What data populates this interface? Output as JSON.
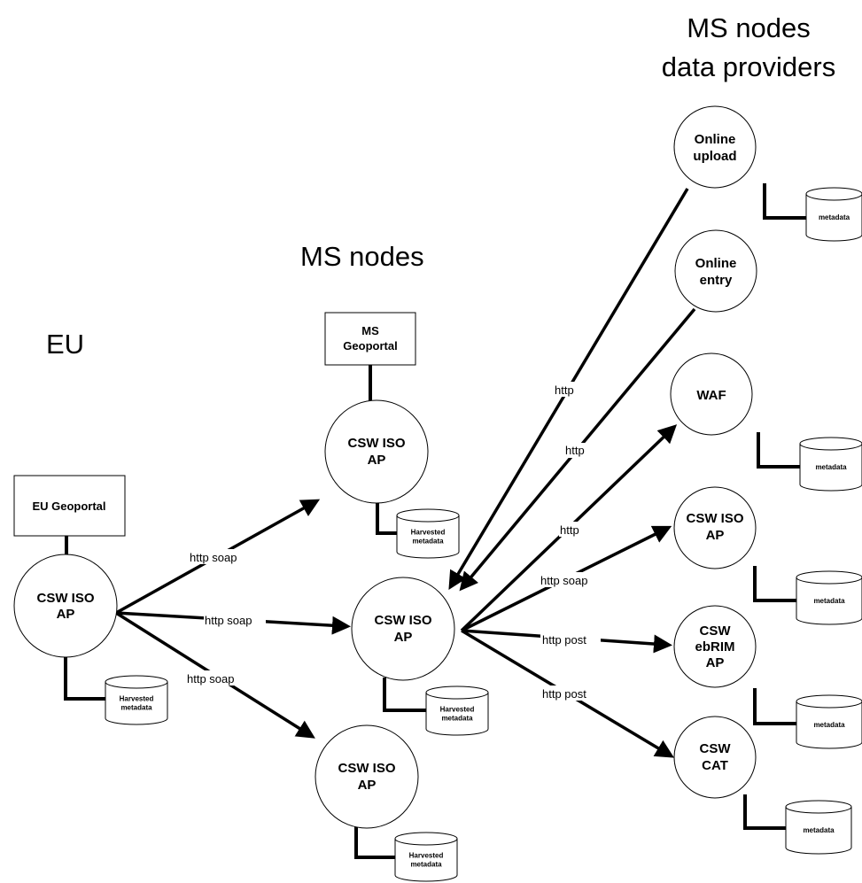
{
  "headings": {
    "eu": "EU",
    "ms_nodes": "MS nodes",
    "providers_line1": "MS nodes",
    "providers_line2": "data providers"
  },
  "portals": {
    "eu": "EU Geoportal",
    "ms_line1": "MS",
    "ms_line2": "Geoportal"
  },
  "nodes": {
    "eu_csw": [
      "CSW ISO",
      "AP"
    ],
    "ms_top": [
      "CSW ISO",
      "AP"
    ],
    "ms_mid": [
      "CSW ISO",
      "AP"
    ],
    "ms_bottom": [
      "CSW ISO",
      "AP"
    ],
    "online_upload": [
      "Online",
      "upload"
    ],
    "online_entry": [
      "Online",
      "entry"
    ],
    "waf": [
      "WAF"
    ],
    "dp_csw_iso": [
      "CSW ISO",
      "AP"
    ],
    "dp_csw_ebrim": [
      "CSW",
      "ebRIM",
      "AP"
    ],
    "dp_csw_cat": [
      "CSW",
      "CAT"
    ]
  },
  "databases": {
    "eu": [
      "Harvested",
      "metadata"
    ],
    "ms_top": [
      "Harvested",
      "metadata"
    ],
    "ms_mid": [
      "Harvested",
      "metadata"
    ],
    "ms_bottom": [
      "Harvested",
      "metadata"
    ],
    "online_upload": [
      "metadata"
    ],
    "waf": [
      "metadata"
    ],
    "dp_csw_iso": [
      "metadata"
    ],
    "dp_csw_ebrim": [
      "metadata"
    ],
    "dp_csw_cat": [
      "metadata"
    ]
  },
  "edges": {
    "eu_to_top": "http soap",
    "eu_to_mid": "http soap",
    "eu_to_bottom": "http soap",
    "upload_to_mid": "http",
    "entry_to_mid": "http",
    "mid_to_waf": "http",
    "mid_to_csw_iso": "http soap",
    "mid_to_ebrim": "http post",
    "mid_to_cat": "http post"
  }
}
